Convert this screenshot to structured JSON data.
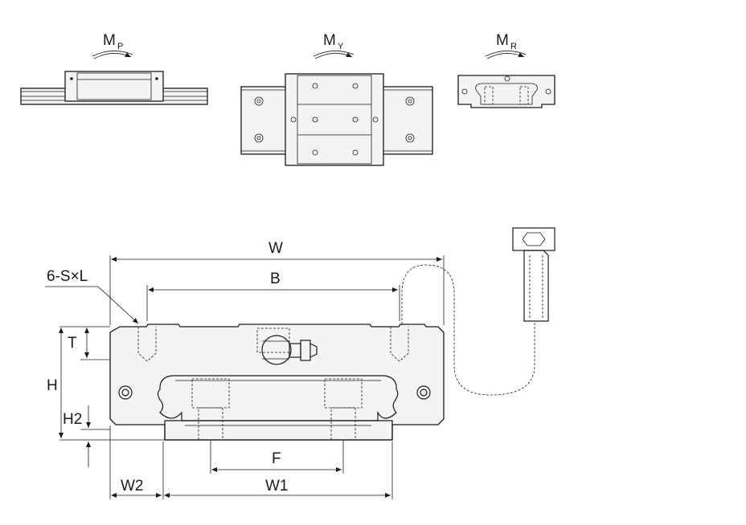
{
  "moments": [
    {
      "name": "pitch-moment",
      "base": "M",
      "sub": "P"
    },
    {
      "name": "yaw-moment",
      "base": "M",
      "sub": "Y"
    },
    {
      "name": "roll-moment",
      "base": "M",
      "sub": "R"
    }
  ],
  "dimensions": {
    "W": "W",
    "B": "B",
    "S": "6-S×L",
    "T": "T",
    "H": "H",
    "H2": "H2",
    "F": "F",
    "W1": "W1",
    "W2": "W2"
  },
  "icons": [
    "moment-arrow-icon",
    "mounting-hole-icon",
    "grease-nipple-icon",
    "cap-screw-icon"
  ],
  "colors": {
    "line": "#1a1a1a",
    "fill": "#f4f4f4",
    "background": "#ffffff"
  }
}
